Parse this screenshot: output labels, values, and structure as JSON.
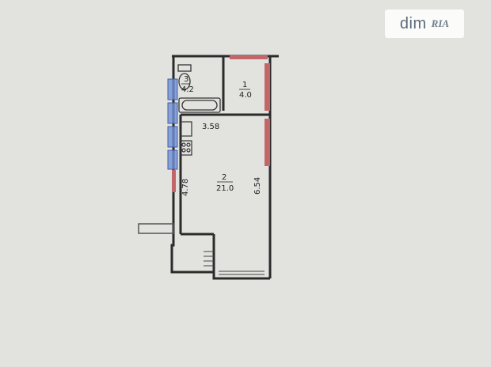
{
  "watermark": {
    "text_main": "dim",
    "text_sub": "RIA"
  },
  "rooms": [
    {
      "number": "3",
      "area": "4.2"
    },
    {
      "number": "1",
      "area": "4.0"
    },
    {
      "number": "2",
      "area": "21.0"
    }
  ],
  "dimensions": {
    "width": "3.58",
    "left_length": "4.78",
    "right_length": "6.54"
  },
  "colors": {
    "background": "#e2e3df",
    "wall": "#2b2b2b",
    "window_red": "#c2666a",
    "fixture_blue": "#6f8fd6"
  }
}
